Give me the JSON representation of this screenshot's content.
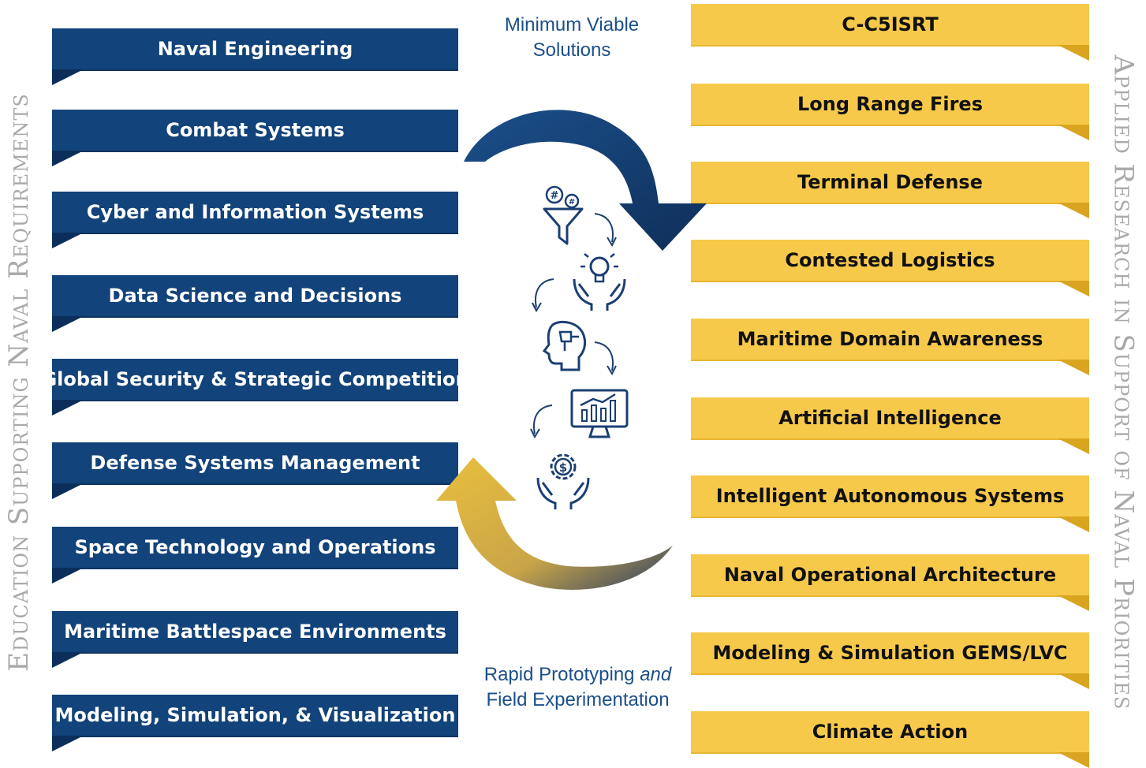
{
  "left_axis_label": "Education Supporting Naval Requirements",
  "right_axis_label": "Applied Research in Support of Naval Priorities",
  "top_caption": {
    "line1": "Minimum Viable",
    "line2": "Solutions"
  },
  "bottom_caption": {
    "line1_regular": "Rapid Prototyping ",
    "line1_italic": "and",
    "line2": "Field Experimentation"
  },
  "education_areas": [
    "Naval Engineering",
    "Combat Systems",
    "Cyber and Information Systems",
    "Data Science and Decisions",
    "Global Security & Strategic Competition",
    "Defense Systems Management",
    "Space Technology and Operations",
    "Maritime Battlespace Environments",
    "Modeling, Simulation, & Visualization"
  ],
  "research_priorities": [
    "C-C5ISRT",
    "Long Range Fires",
    "Terminal Defense",
    "Contested Logistics",
    "Maritime Domain Awareness",
    "Artificial Intelligence",
    "Intelligent Autonomous Systems",
    "Naval Operational Architecture",
    "Modeling & Simulation GEMS/LVC",
    "Climate Action"
  ],
  "colors": {
    "navy": "#12437a",
    "gold": "#f7c94b",
    "caption_blue": "#1b4f8a",
    "side_gray": "#a9a9a9"
  },
  "process_icons": [
    "funnel-icon",
    "lightbulb-hands-icon",
    "puzzle-head-icon",
    "monitor-chart-icon",
    "dollar-gear-hands-icon"
  ]
}
